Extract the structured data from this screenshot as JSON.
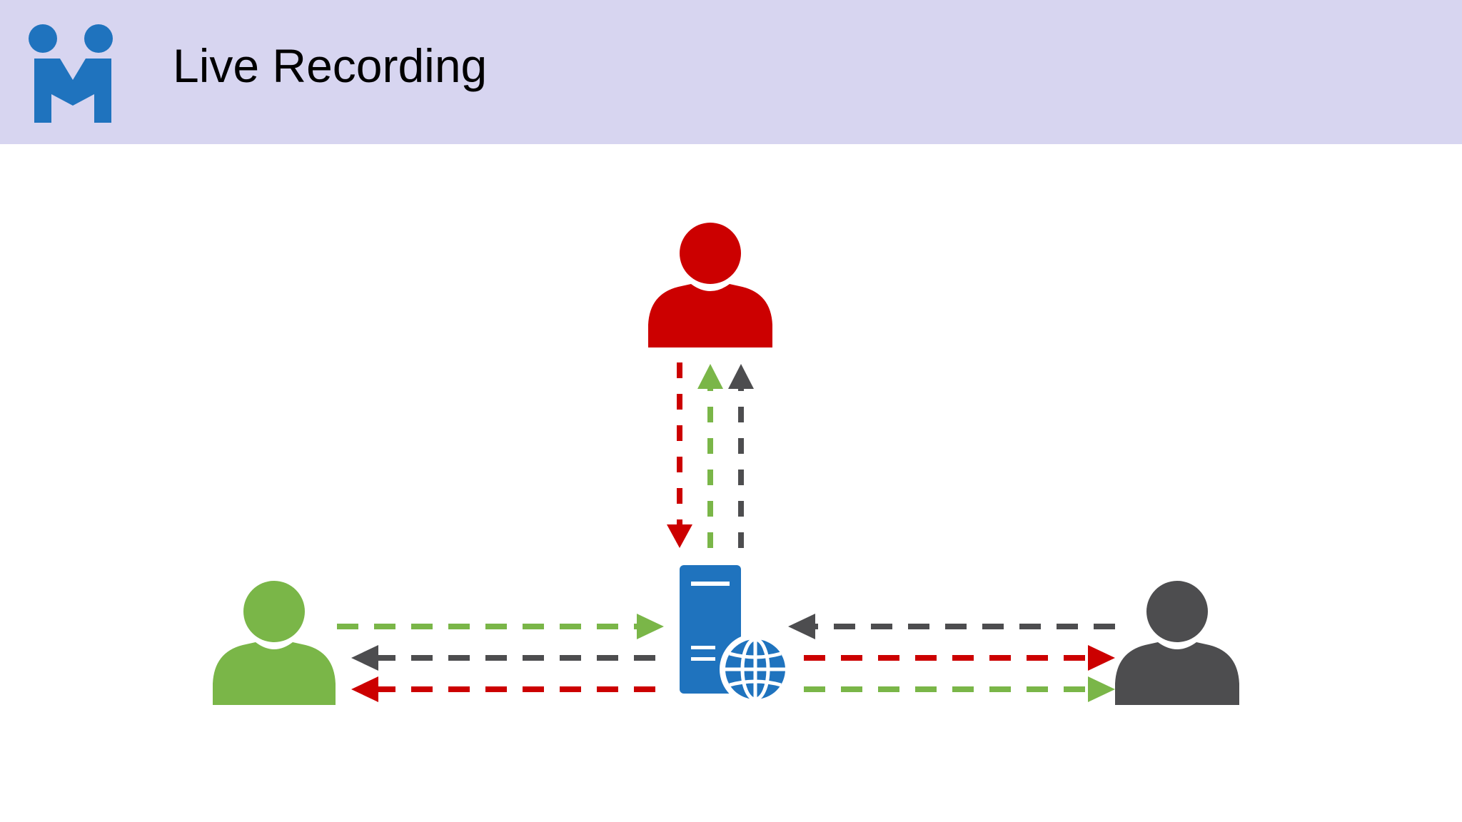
{
  "header": {
    "title": "Live Recording",
    "background": "#d7d5f0",
    "logo_icon": "meeting-people-logo",
    "logo_color": "#1f73be"
  },
  "diagram": {
    "colors": {
      "red": "#cc0000",
      "green": "#7ab648",
      "dark": "#4d4d4f",
      "server": "#1f73be"
    },
    "nodes": [
      {
        "id": "red-user",
        "icon": "person-icon",
        "color": "red"
      },
      {
        "id": "green-user",
        "icon": "person-icon",
        "color": "green"
      },
      {
        "id": "dark-user",
        "icon": "person-icon",
        "color": "dark"
      },
      {
        "id": "server",
        "icon": "web-server-icon",
        "color": "server"
      }
    ],
    "flows": [
      {
        "from": "red-user",
        "to": "server",
        "color": "red"
      },
      {
        "from": "server",
        "to": "red-user",
        "color": "green"
      },
      {
        "from": "server",
        "to": "red-user",
        "color": "dark"
      },
      {
        "from": "green-user",
        "to": "server",
        "color": "green"
      },
      {
        "from": "server",
        "to": "green-user",
        "color": "dark"
      },
      {
        "from": "server",
        "to": "green-user",
        "color": "red"
      },
      {
        "from": "dark-user",
        "to": "server",
        "color": "dark"
      },
      {
        "from": "server",
        "to": "dark-user",
        "color": "red"
      },
      {
        "from": "server",
        "to": "dark-user",
        "color": "green"
      }
    ]
  }
}
